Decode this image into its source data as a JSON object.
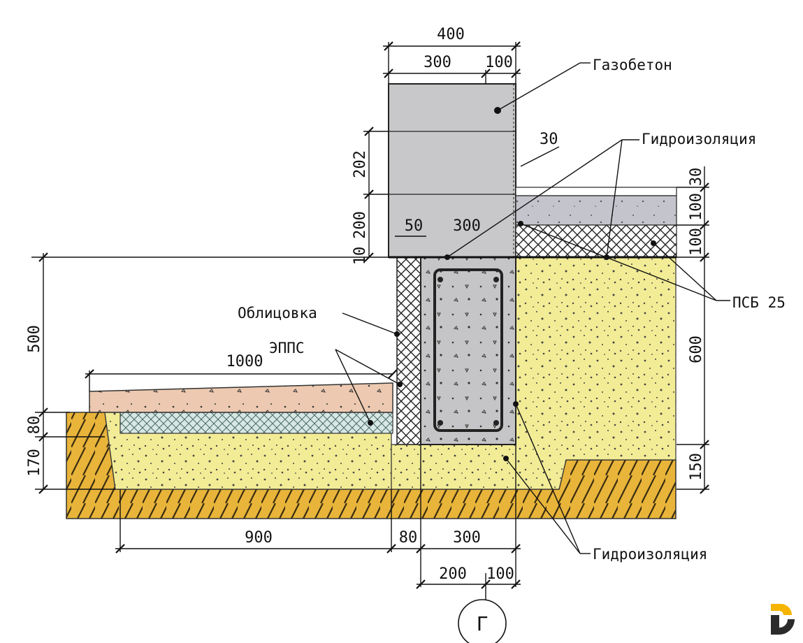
{
  "labels": {
    "aerated_concrete": "Газобетон",
    "waterproofing_top": "Гидроизоляция",
    "waterproofing_bottom": "Гидроизоляция",
    "psb": "ПСБ 25",
    "cladding": "Облицовка",
    "epps": "ЭППС",
    "axis": "Г"
  },
  "dimensions": {
    "top_total": "400",
    "top_a": "300",
    "top_b": "100",
    "gap_30": "30",
    "h_202": "202",
    "h_200": "200",
    "h_10": "10",
    "w_50": "50",
    "w_300_mid": "300",
    "floor_30": "30",
    "floor_100a": "100",
    "floor_100b": "100",
    "left_500": "500",
    "blind_1000": "1000",
    "left_80": "80",
    "left_170": "170",
    "right_600": "600",
    "right_150": "150",
    "bottom_900": "900",
    "bottom_80": "80",
    "bottom_300": "300",
    "bottom_200": "200",
    "bottom_100": "100"
  },
  "colors": {
    "concrete": "#c5c5c7",
    "sand": "#f2ec96",
    "soil": "#e8b43a",
    "blind_area": "#ecc9b0",
    "epps": "#cfe2df",
    "screed": "#c4c4cc",
    "background": "#ffffff"
  },
  "logo": {
    "name": "d-logo-icon",
    "color_top": "#f5b400",
    "color_bottom": "#2b2b2b"
  }
}
